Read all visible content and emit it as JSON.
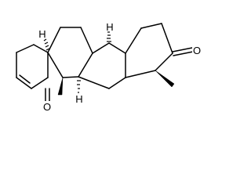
{
  "molecule": {
    "atoms": {
      "oxygen_c1": "O",
      "oxygen_c17": "O",
      "h_c5": "H",
      "h_c8": "H",
      "h_c9": "H"
    },
    "colors": {
      "ink": "#000000",
      "background": "#ffffff"
    },
    "stereo_methyls": 2
  }
}
